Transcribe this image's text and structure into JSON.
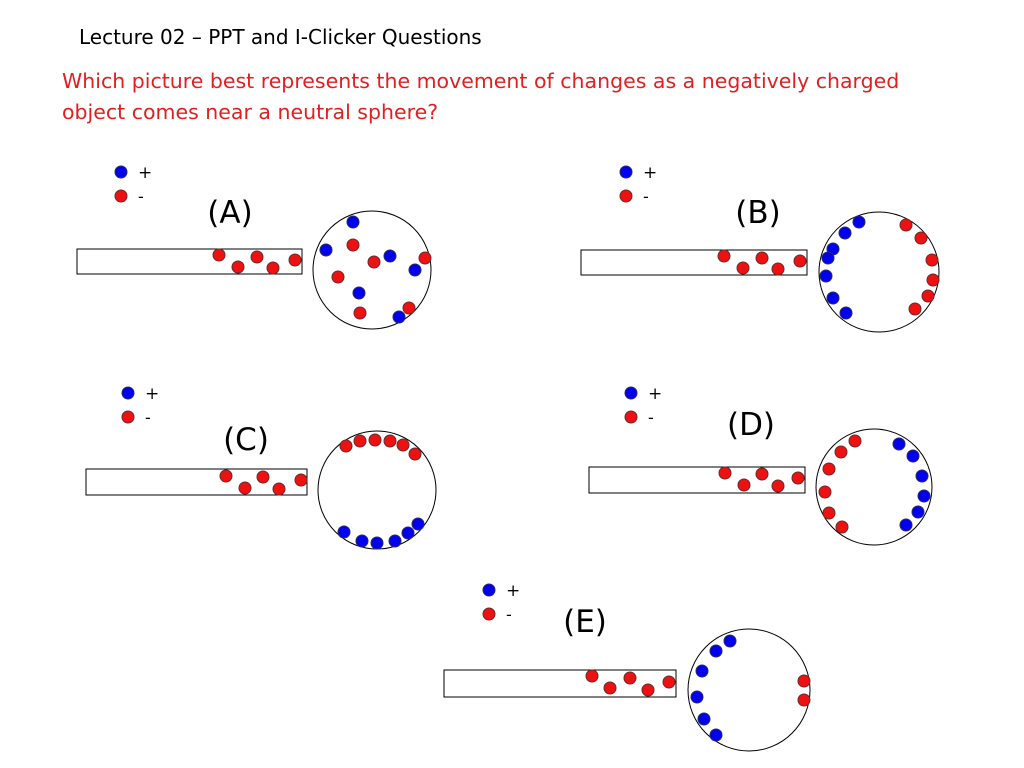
{
  "header": {
    "title": "Lecture 02 – PPT and I-Clicker Questions"
  },
  "question": {
    "line1": "Which picture best represents the movement of changes as a negatively charged",
    "line2": "object comes near a neutral sphere?"
  },
  "colors": {
    "positive": "#0000ee",
    "negative": "#ee1111",
    "question_text": "#e02020",
    "outline": "#000000"
  },
  "legend": {
    "positive_label": "+",
    "negative_label": "-"
  },
  "panels": [
    {
      "label": "(A)",
      "arrangement": "charges scattered randomly throughout sphere"
    },
    {
      "label": "(B)",
      "arrangement": "positive charges on near (left) side, negative charges on far (right) side"
    },
    {
      "label": "(C)",
      "arrangement": "negative charges on top, positive charges on bottom"
    },
    {
      "label": "(D)",
      "arrangement": "negative charges on near (left) side, positive charges on far (right) side"
    },
    {
      "label": "(E)",
      "arrangement": "positive charges on near (left) side, fewer negative charges on far (right) side"
    }
  ]
}
